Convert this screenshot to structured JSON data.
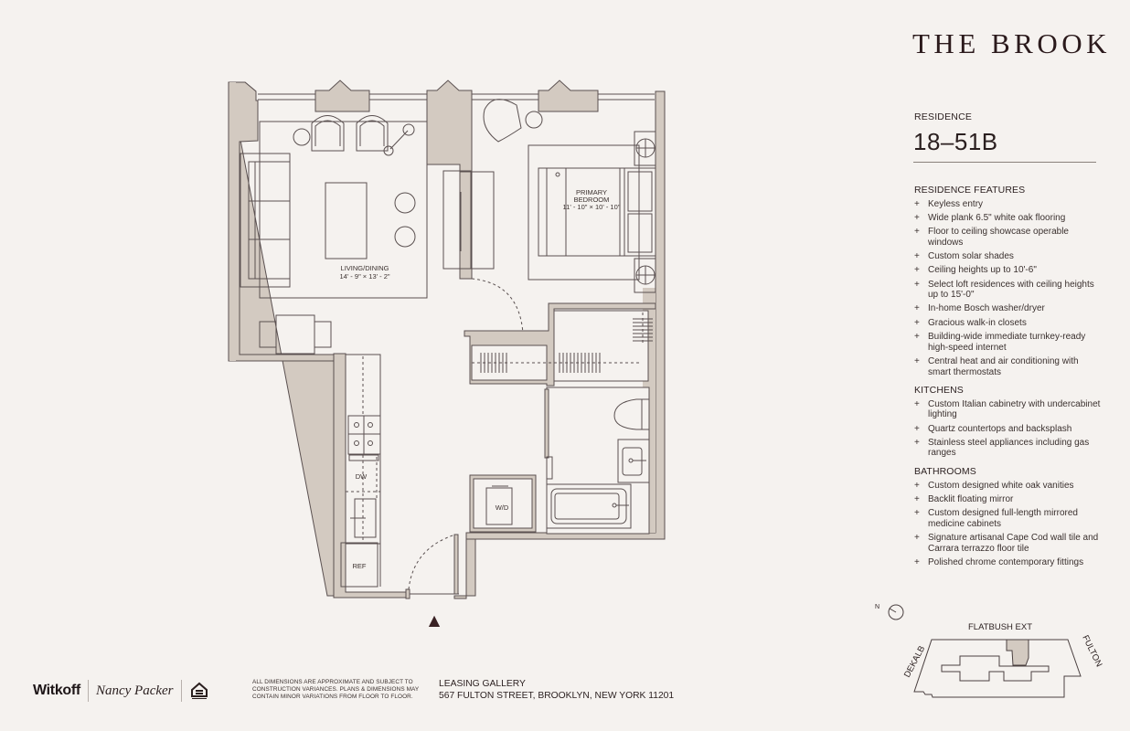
{
  "header": {
    "brand": "THE BROOK"
  },
  "residence": {
    "label": "RESIDENCE",
    "number": "18–51B"
  },
  "features": {
    "bullet": "+",
    "sections": [
      {
        "title": "RESIDENCE FEATURES",
        "items": [
          "Keyless entry",
          "Wide plank 6.5\" white oak flooring",
          "Floor to ceiling showcase operable windows",
          "Custom solar shades",
          "Ceiling heights up to 10'-6\"",
          "Select loft residences with ceiling heights up to 15'-0\"",
          "In-home Bosch washer/dryer",
          "Gracious walk-in closets",
          "Building-wide immediate turnkey-ready high-speed internet",
          "Central heat and air conditioning with smart thermostats"
        ]
      },
      {
        "title": "KITCHENS",
        "items": [
          "Custom Italian cabinetry with undercabinet lighting",
          "Quartz countertops and backsplash",
          "Stainless steel appliances including gas ranges"
        ]
      },
      {
        "title": "BATHROOMS",
        "items": [
          "Custom designed white oak vanities",
          "Backlit floating mirror",
          "Custom designed full-length mirrored medicine cabinets",
          "Signature artisanal Cape Cod wall tile and Carrara terrazzo floor tile",
          "Polished chrome contemporary fittings"
        ]
      }
    ]
  },
  "floorplan": {
    "rooms": {
      "living": {
        "name": "LIVING/DINING",
        "dims": "14' - 9\" × 13' - 2\""
      },
      "bedroom": {
        "name_line1": "PRIMARY",
        "name_line2": "BEDROOM",
        "dims": "11' - 10\" × 10' - 10\""
      }
    },
    "labels": {
      "dishwasher": "DW",
      "refrigerator": "REF",
      "washer_dryer": "W/D"
    },
    "entry_marker": "▲"
  },
  "site_map": {
    "north_label": "N",
    "streets": {
      "top": "FLATBUSH EXT",
      "left": "DEKALB",
      "right": "FULTON"
    }
  },
  "footer": {
    "logo_witkoff": "Witkoff",
    "logo_signature": "Nancy Packer",
    "disclaimer_lines": [
      "ALL DIMENSIONS ARE APPROXIMATE AND SUBJECT TO",
      "CONSTRUCTION VARIANCES. PLANS & DIMENSIONS MAY",
      "CONTAIN MINOR VARIATIONS FROM FLOOR TO FLOOR."
    ],
    "leasing_title": "LEASING GALLERY",
    "leasing_address": "567 FULTON STREET, BROOKLYN, NEW YORK 11201"
  },
  "colors": {
    "background": "#f5f2ef",
    "wall_fill": "#d3cac1",
    "line": "#4a4040",
    "text": "#2a1f1f"
  }
}
